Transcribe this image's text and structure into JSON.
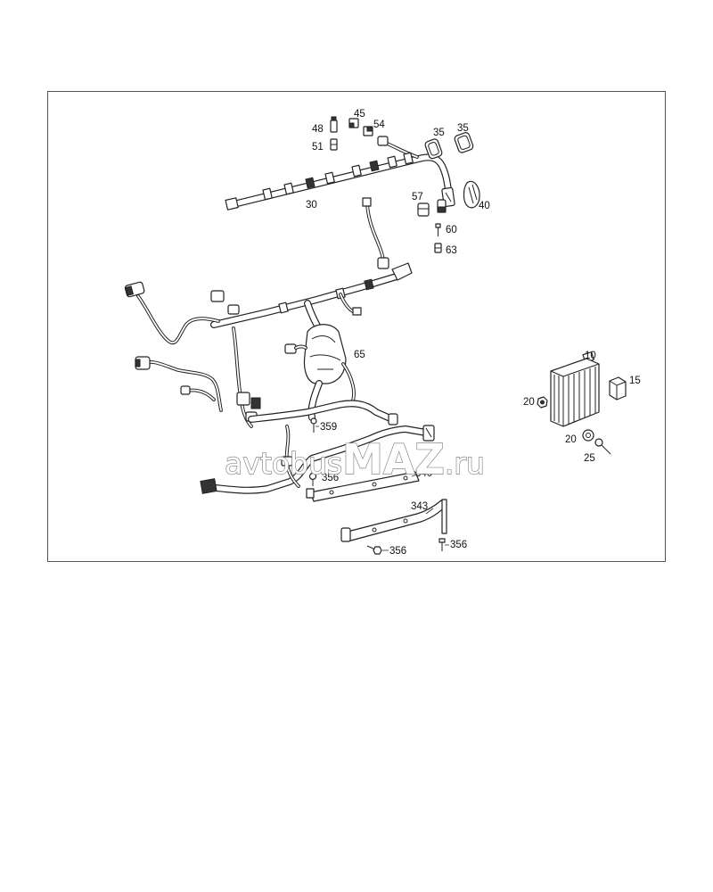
{
  "callouts": {
    "p48": "48",
    "p45": "45",
    "p54": "54",
    "p51": "51",
    "p35a": "35",
    "p35b": "35",
    "p40": "40",
    "p30": "30",
    "p57": "57",
    "p60": "60",
    "p63": "63",
    "p65": "65",
    "p10": "10",
    "p15": "15",
    "p20a": "20",
    "p20b": "20",
    "p25": "25",
    "p359": "359",
    "p356a": "356",
    "p340": "340",
    "p343": "343",
    "p356b": "356",
    "p356c": "356"
  },
  "watermark": {
    "prefix": "avtobus",
    "brand": "MAZ",
    "suffix": ".ru"
  },
  "colors": {
    "line": "#222222",
    "frame": "#555555",
    "background": "#ffffff"
  }
}
